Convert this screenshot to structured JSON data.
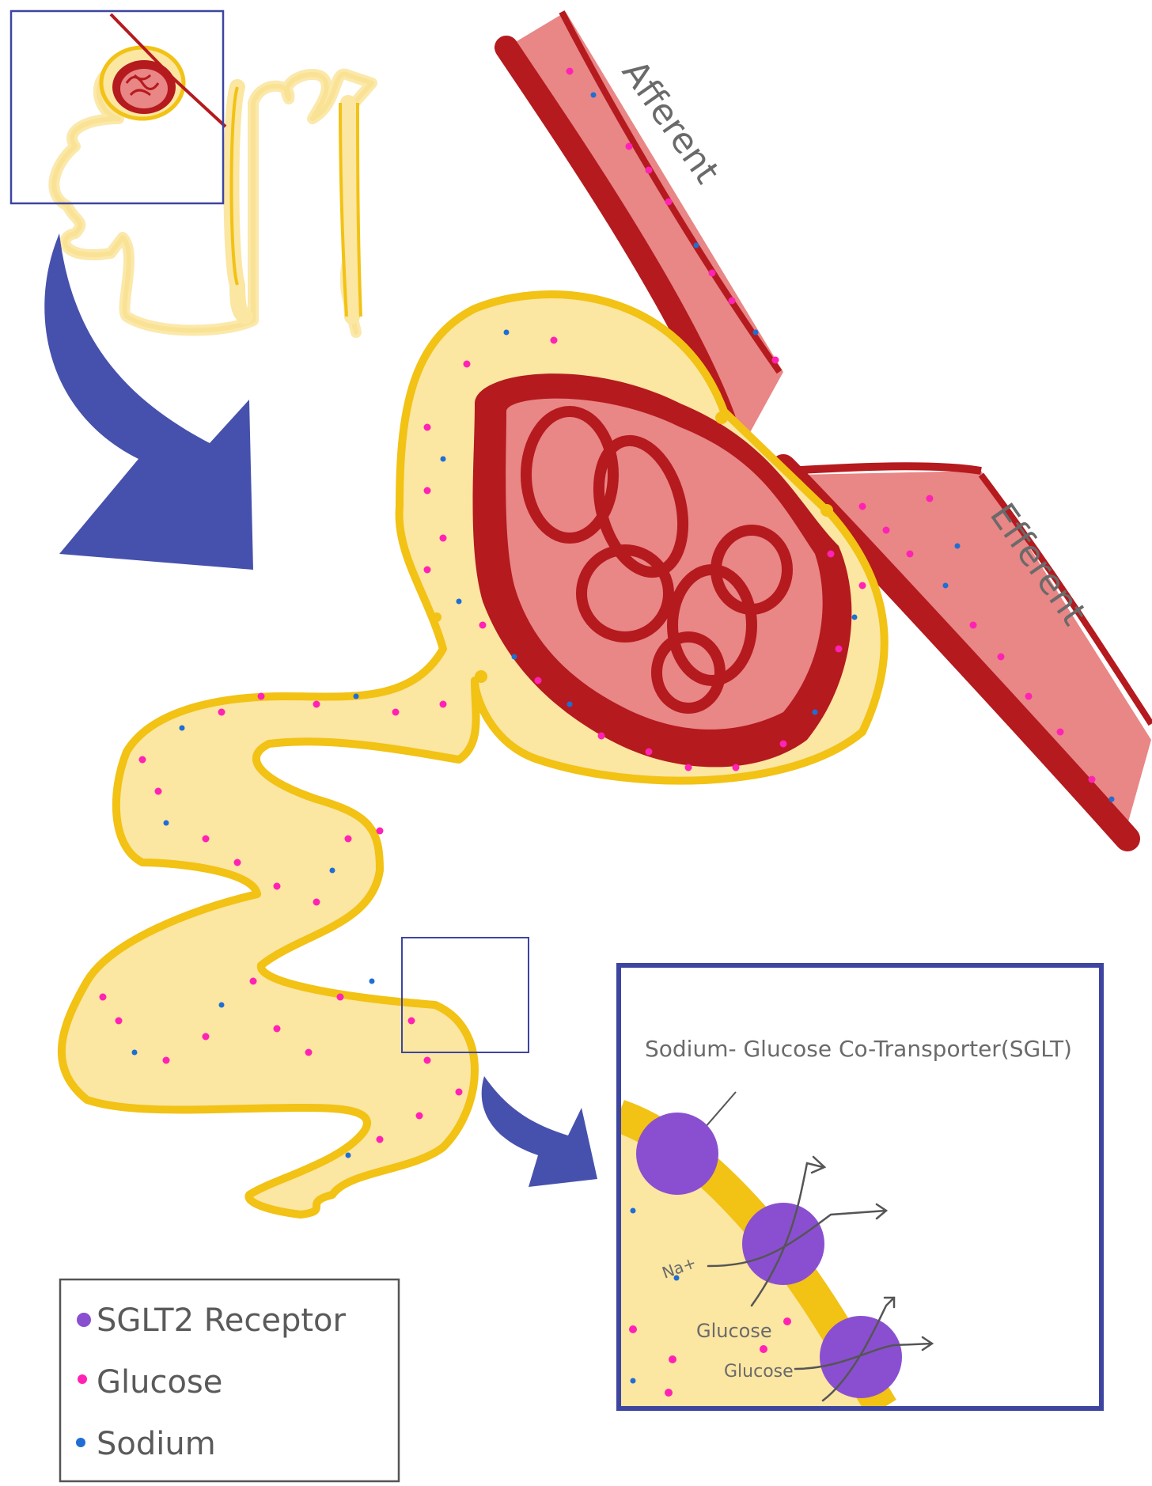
{
  "labels": {
    "afferent": "Afferent",
    "efferent": "Efferent",
    "sglt_title": "Sodium- Glucose Co-Transporter(SGLT)",
    "na": "Na+",
    "glucose_1": "Glucose",
    "glucose_2": "Glucose"
  },
  "legend": {
    "items": [
      {
        "label": "SGLT2 Receptor",
        "color": "#8a4fd0"
      },
      {
        "label": "Glucose",
        "color": "#ff22b4"
      },
      {
        "label": "Sodium",
        "color": "#1f6ed4"
      }
    ]
  },
  "colors": {
    "tubule_fill": "#fbe6a2",
    "tubule_stroke": "#f2c214",
    "vessel_dark": "#b51a1e",
    "vessel_light": "#e98686",
    "arrow_blue": "#4651ad",
    "frame_blue": "#3d45a0",
    "receptor": "#8a4fd0",
    "glucose": "#ff22b4",
    "sodium": "#1f6ed4"
  }
}
